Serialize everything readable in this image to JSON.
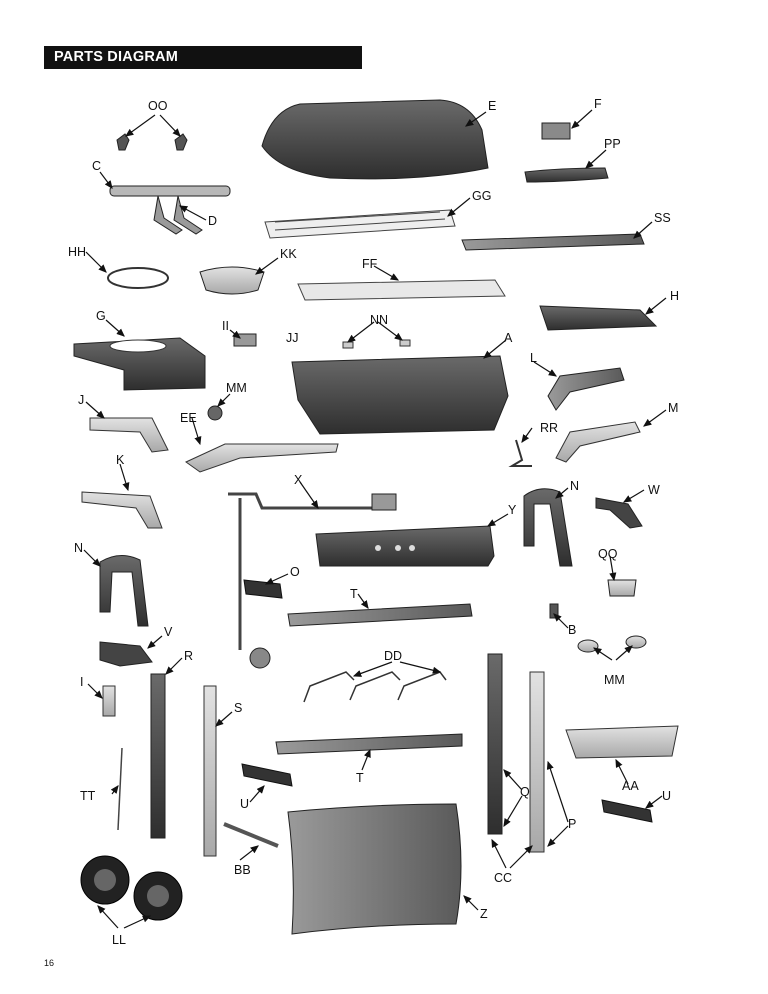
{
  "page": {
    "title": "PARTS DIAGRAM",
    "page_number": "16"
  },
  "labels": {
    "OO": "OO",
    "E": "E",
    "F": "F",
    "PP": "PP",
    "C": "C",
    "D": "D",
    "GG": "GG",
    "SS": "SS",
    "HH": "HH",
    "KK": "KK",
    "FF": "FF",
    "H": "H",
    "G": "G",
    "II": "II",
    "JJ": "JJ",
    "NN": "NN",
    "A": "A",
    "L": "L",
    "MM": "MM",
    "J": "J",
    "EE": "EE",
    "M": "M",
    "RR": "RR",
    "K": "K",
    "X": "X",
    "N": "N",
    "W": "W",
    "Y": "Y",
    "QQ": "QQ",
    "O": "O",
    "T": "T",
    "B": "B",
    "V": "V",
    "R": "R",
    "DD": "DD",
    "I": "I",
    "S": "S",
    "AA": "AA",
    "TT": "TT",
    "U": "U",
    "Q": "Q",
    "P": "P",
    "BB": "BB",
    "CC": "CC",
    "Z": "Z",
    "LL": "LL"
  }
}
